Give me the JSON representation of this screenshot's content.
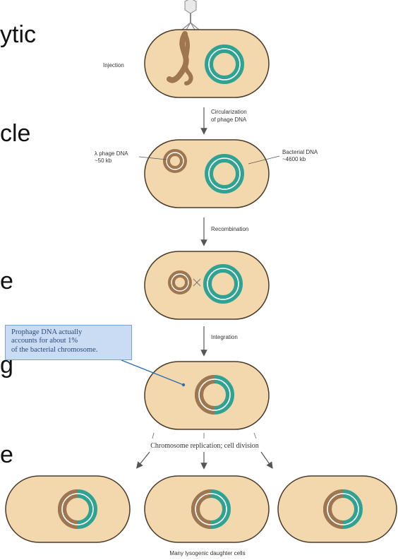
{
  "slide_fragments": [
    "ytic",
    "cle",
    "e",
    "g",
    "e"
  ],
  "labels": {
    "injection": "Injection",
    "circularization_1": "Circularization",
    "circularization_2": "of phage DNA",
    "phage_dna_1": "λ phage DNA",
    "phage_dna_2": "~50 kb",
    "bacterial_dna_1": "Bacterial DNA",
    "bacterial_dna_2": "~4600 kb",
    "recombination": "Recombination",
    "integration": "Integration",
    "replication": "Chromosome replication; cell division",
    "daughter_cells": "Many lysogenic daughter cells"
  },
  "callout": {
    "line1": "Prophage DNA actually",
    "line2": "accounts for about 1%",
    "line3": "of the bacterial chromosome."
  },
  "colors": {
    "cell_fill": "#f3d8ad",
    "cell_border": "#4a3a2a",
    "bacterial_dna": "#2fa292",
    "phage_dna": "#9e7650",
    "callout_fill": "#c9dcf3",
    "callout_border": "#7aa3d3"
  }
}
